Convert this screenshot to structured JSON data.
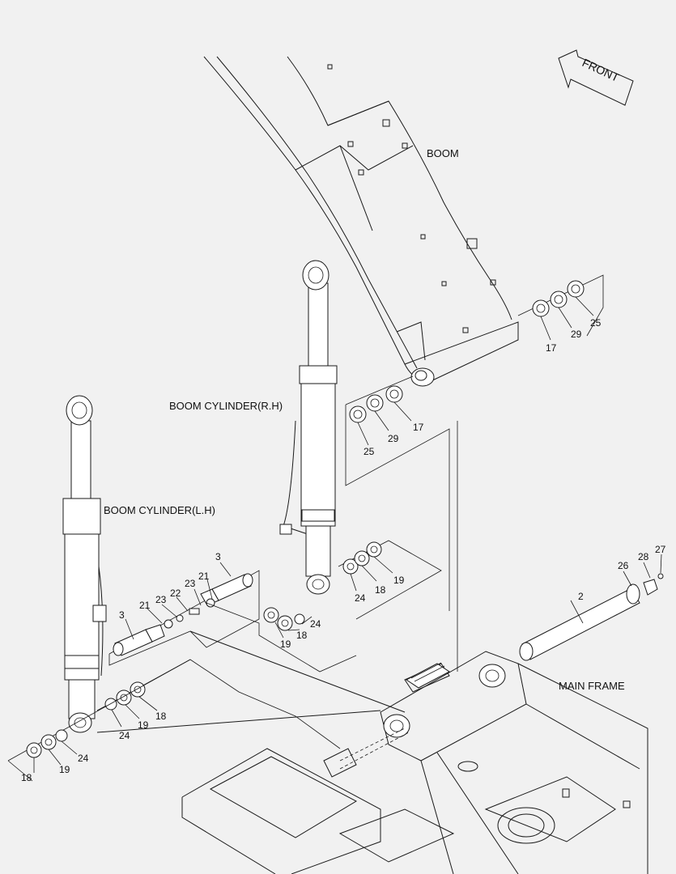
{
  "labels": {
    "front": "FRONT",
    "boom": "BOOM",
    "boom_cyl_rh": "BOOM CYLINDER(R.H)",
    "boom_cyl_lh": "BOOM CYLINDER(L.H)",
    "main_frame": "MAIN FRAME"
  },
  "callouts": {
    "c17a": "17",
    "c29a": "29",
    "c25a": "25",
    "c25b": "25",
    "c29b": "29",
    "c17b": "17",
    "c3a": "3",
    "c3b": "3",
    "c21a": "21",
    "c23a": "23",
    "c22": "22",
    "c23b": "23",
    "c21b": "21",
    "c24a": "24",
    "c18a": "18",
    "c19a": "19",
    "c19b": "19",
    "c18b": "18",
    "c24b": "24",
    "c24c": "24",
    "c19c": "19",
    "c18c": "18",
    "c18d": "18",
    "c19d": "19",
    "c24d": "24",
    "c2": "2",
    "c26": "26",
    "c28": "28",
    "c27": "27"
  }
}
